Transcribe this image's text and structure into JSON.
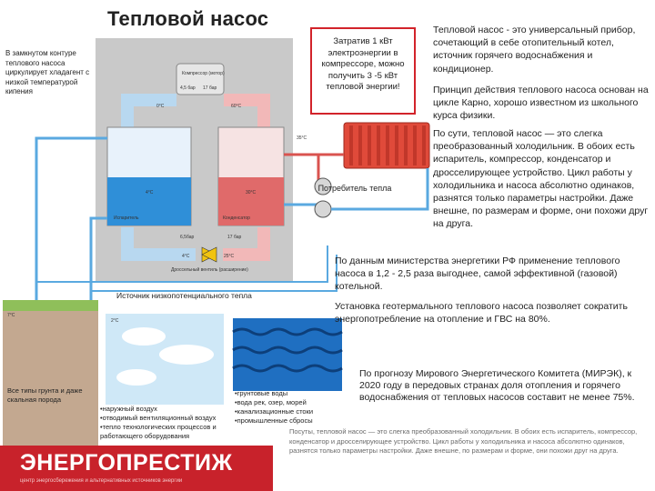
{
  "title": "Тепловой насос",
  "left_note": "В замкнутом контуре теплового насоса циркулирует хладагент с низкой температурой кипения",
  "callout": "Затратив 1 кВт электроэнергии в компрессоре, можно получить 3 -5 кВт тепловой энергии!",
  "paragraphs": {
    "p1": "Тепловой насос - это универсальный прибор, сочетающий в себе отопительный котел, источник горячего водоснабжения и кондиционер.",
    "p2": "Принцип действия теплового насоса основан на цикле Карно, хорошо известном из школьного курса физики.",
    "p3": "По сути, тепловой насос — это слегка преобразованный холодильник. В обоих есть испаритель, компрессор, конденсатор и дросселирующее устройство. Цикл работы у холодильника и насоса абсолютно одинаков, разнятся только параметры настройки. Даже внешне, по размерам и форме, они похожи друг на друга.",
    "p4": "По данным министерства энергетики РФ применение теплового насоса в 1,2 - 2,5 раза выгоднее, самой эффективной (газовой) котельной.",
    "p5": "Установка геотермального теплового насоса позволяет сократить энергопотребление на отопление и ГВС на 80%.",
    "p6": "По прогнозу Мирового Энергетического Комитета (МИРЭК), к 2020 году в передовых странах доля отопления и горячего водоснабжения от тепловых насосов составит не менее 75%."
  },
  "diagram": {
    "consumer_label": "Потребитель тепла",
    "source_label": "Источник низкопотенциального тепла",
    "compressor_label": "Компрессор (мотор)",
    "evaporator_label": "Испаритель",
    "condenser_label": "Конденсатор",
    "throttle_label": "Дроссельный вентиль (расширение)",
    "temps": {
      "t_evap_pressure": "4,5 бар",
      "t_cond_pressure": "17 бар",
      "t_0": "0°C",
      "t_60": "60°C",
      "t_35": "35°C",
      "t_4": "4°C",
      "t_30": "30°C",
      "t_low_pressure": "6,5бар",
      "t_high_pressure": "17 бар",
      "t_4b": "4°C",
      "t_25": "25°C",
      "t_7": "7°C",
      "t_2": "2°C"
    },
    "ground_note": "Все типы грунта и даже скальная порода",
    "air_list": [
      "•наружный воздух",
      "•отводимый вентиляционный воздух",
      "•тепло технологических процессов и работающего оборудования"
    ],
    "water_list": [
      "•грунтовые воды",
      "•вода рек, озер, морей",
      "•канализационные стоки",
      "•промышленные сбросы"
    ]
  },
  "bottom_note": "Посуты, тепловой насос — это слегка преобразованный холодильник. В обоих есть испаритель, компрессор, конденсатор и дросселирующее устройство. Цикл работы у холодильника и насоса абсолютно одинаков, разнятся только параметры настройки. Даже внешне, по размерам и форме, они похожи друг на друга.",
  "logo": {
    "name": "ЭНЕРГОПРЕСТИЖ",
    "tagline": "центр энергосбережения и альтернативных источников энергии"
  },
  "colors": {
    "accent_red": "#d2232a",
    "pipe_blue": "#5aa9e0",
    "pipe_red": "#d9534f",
    "panel_gray": "#c9c9c9",
    "logo_band": "#c8222b"
  }
}
